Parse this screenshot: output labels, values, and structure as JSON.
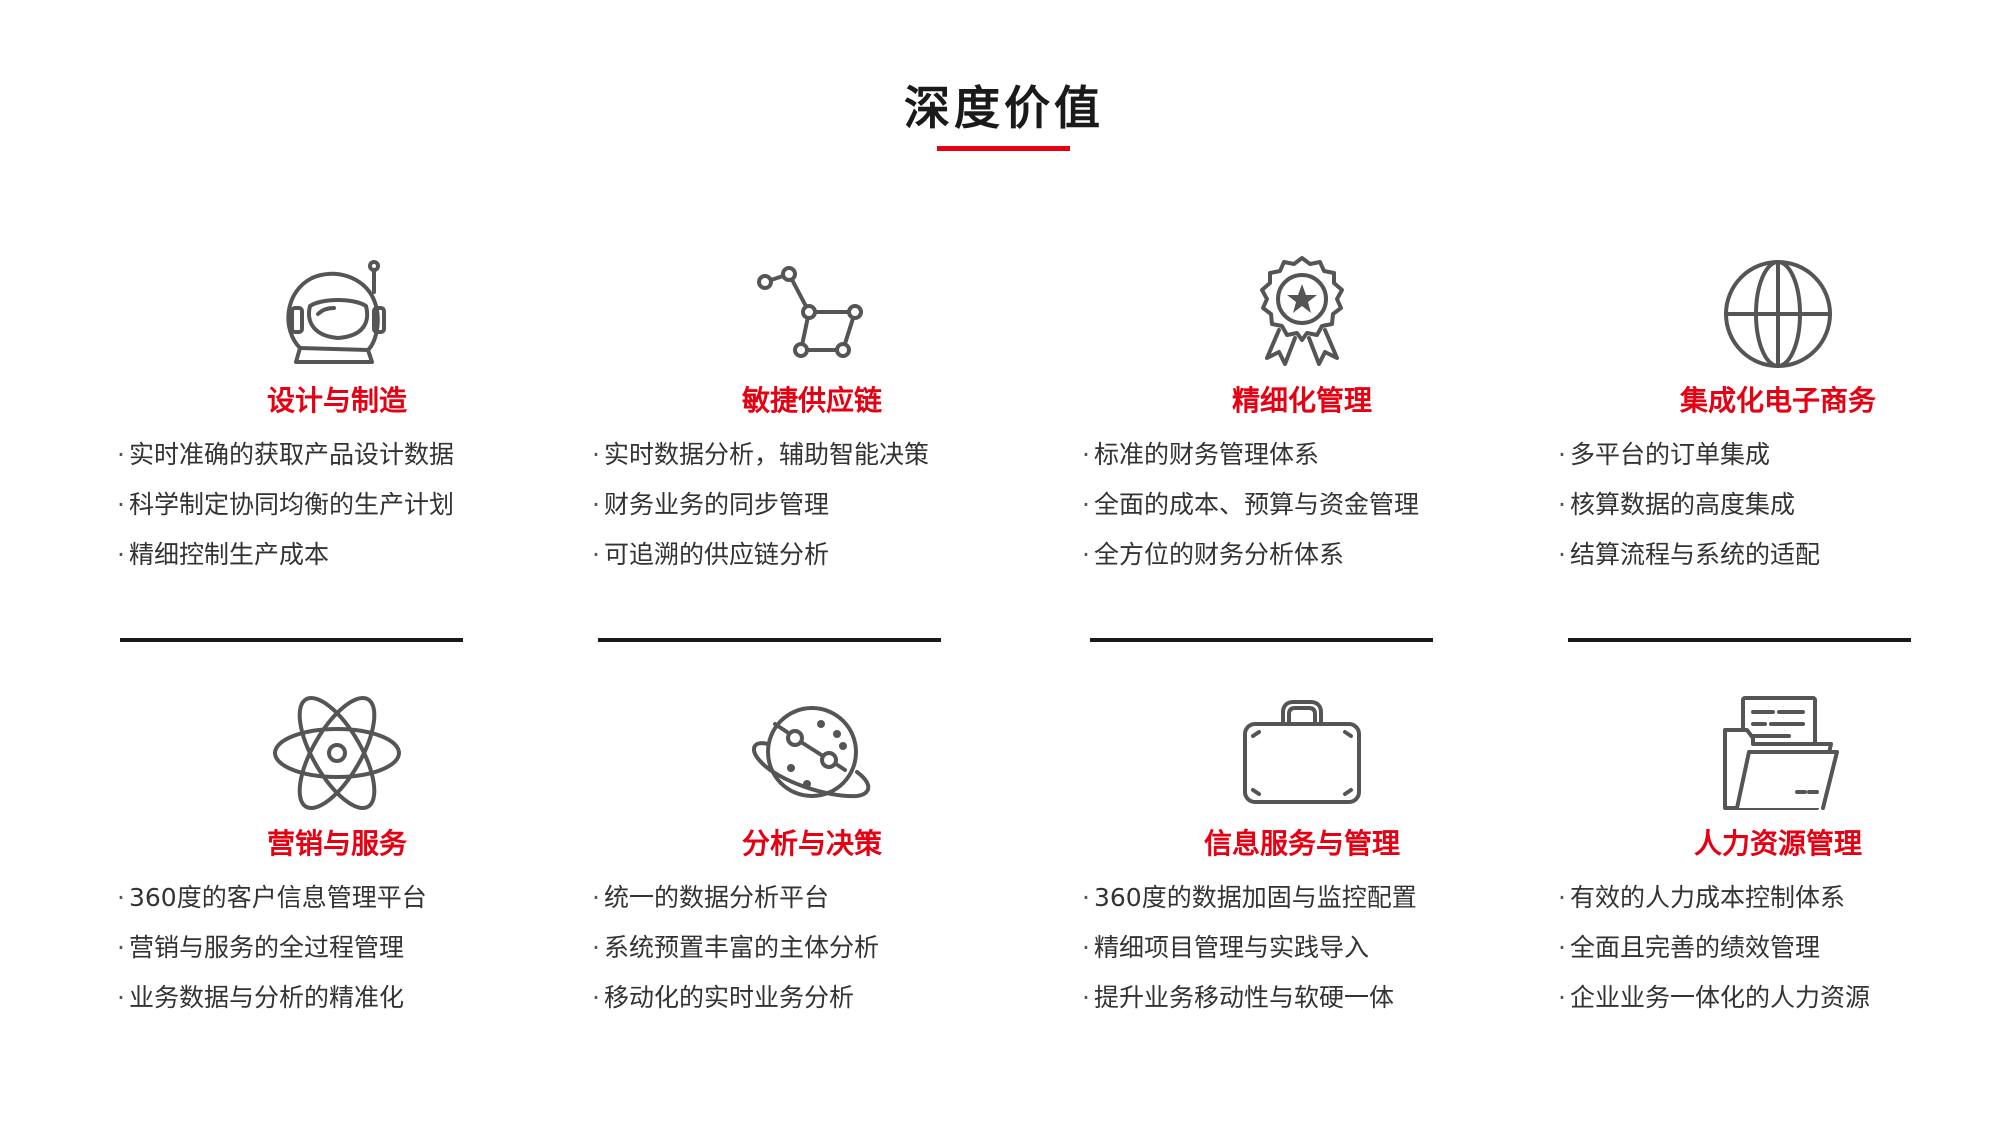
{
  "page": {
    "title": "深度价值",
    "accent_color": "#e60012"
  },
  "cards": [
    {
      "icon": "astronaut-helmet-icon",
      "title": "设计与制造",
      "items": [
        "实时准确的获取产品设计数据",
        "科学制定协同均衡的生产计划",
        "精细控制生产成本"
      ]
    },
    {
      "icon": "constellation-icon",
      "title": "敏捷供应链",
      "items": [
        "实时数据分析，辅助智能决策",
        "财务业务的同步管理",
        "可追溯的供应链分析"
      ]
    },
    {
      "icon": "award-badge-icon",
      "title": "精细化管理",
      "items": [
        "标准的财务管理体系",
        "全面的成本、预算与资金管理",
        "全方位的财务分析体系"
      ]
    },
    {
      "icon": "globe-icon",
      "title": "集成化电子商务",
      "items": [
        "多平台的订单集成",
        "核算数据的高度集成",
        "结算流程与系统的适配"
      ]
    },
    {
      "icon": "atom-icon",
      "title": "营销与服务",
      "items": [
        "360度的客户信息管理平台",
        "营销与服务的全过程管理",
        "业务数据与分析的精准化"
      ]
    },
    {
      "icon": "planet-icon",
      "title": "分析与决策",
      "items": [
        "统一的数据分析平台",
        "系统预置丰富的主体分析",
        "移动化的实时业务分析"
      ]
    },
    {
      "icon": "briefcase-icon",
      "title": "信息服务与管理",
      "items": [
        "360度的数据加固与监控配置",
        "精细项目管理与实践导入",
        "提升业务移动性与软硬一体"
      ]
    },
    {
      "icon": "folder-document-icon",
      "title": "人力资源管理",
      "items": [
        "有效的人力成本控制体系",
        "全面且完善的绩效管理",
        "企业业务一体化的人力资源"
      ]
    }
  ]
}
